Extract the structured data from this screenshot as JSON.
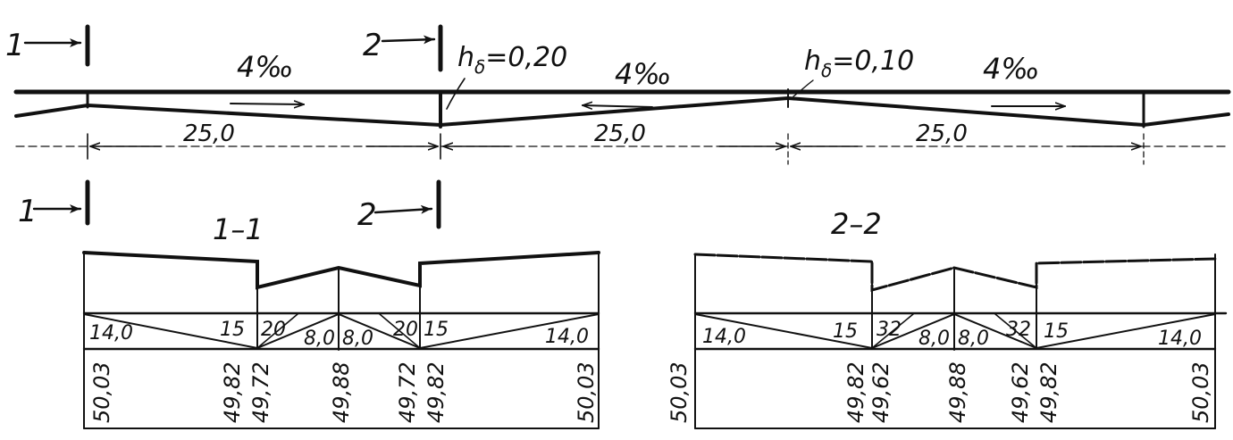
{
  "plan": {
    "sections": {
      "mark1": "1",
      "mark2": "2"
    },
    "slopes": [
      "4‰",
      "4‰",
      "4‰"
    ],
    "hb_label": "h",
    "hb_sub": "δ",
    "hb1": "=0,20",
    "hb2": "=0,10",
    "spans": [
      "25,0",
      "25,0",
      "25,0"
    ]
  },
  "section_1_1": {
    "title": "1–1",
    "widths": [
      "14,0",
      "15",
      "20",
      "8,0",
      "8,0",
      "20",
      "15",
      "14,0"
    ],
    "elevations": [
      "50,03",
      "49,82",
      "49,72",
      "49,88",
      "49,72",
      "49,82",
      "50,03"
    ]
  },
  "section_2_2": {
    "title": "2–2",
    "widths": [
      "14,0",
      "15",
      "32",
      "8,0",
      "8,0",
      "32",
      "15",
      "14,0"
    ],
    "elevations": [
      "50,03",
      "49,82",
      "49,62",
      "49,88",
      "49,62",
      "49,82",
      "50,03"
    ]
  }
}
